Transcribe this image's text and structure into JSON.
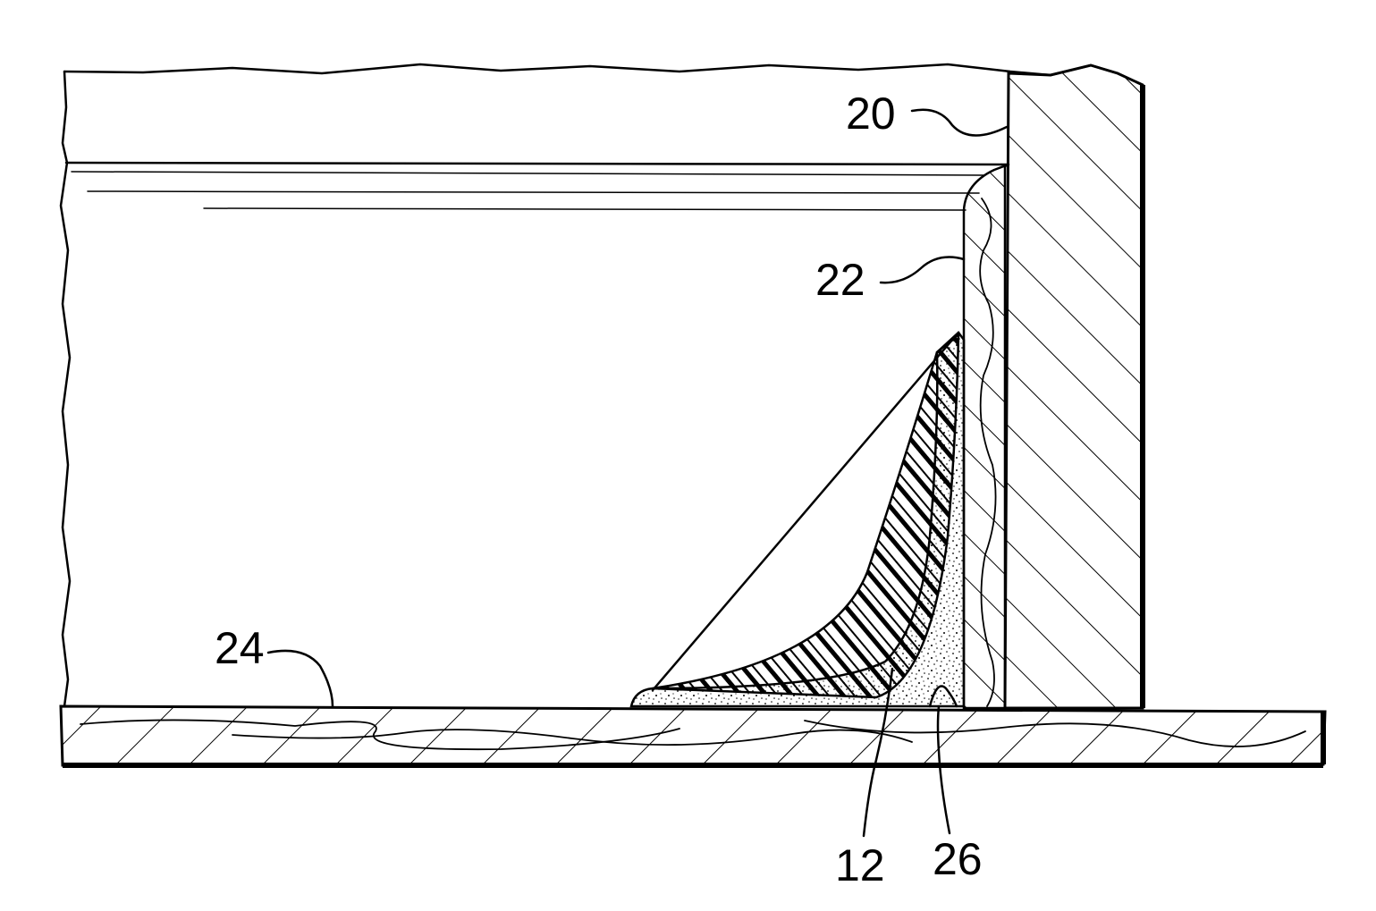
{
  "figure": {
    "labels": {
      "wall": "20",
      "upper_layer": "22",
      "floor_panel": "24",
      "sealant_bead": "12",
      "joint_gap": "26"
    },
    "colors": {
      "ink": "#000000",
      "paper": "#ffffff"
    }
  }
}
